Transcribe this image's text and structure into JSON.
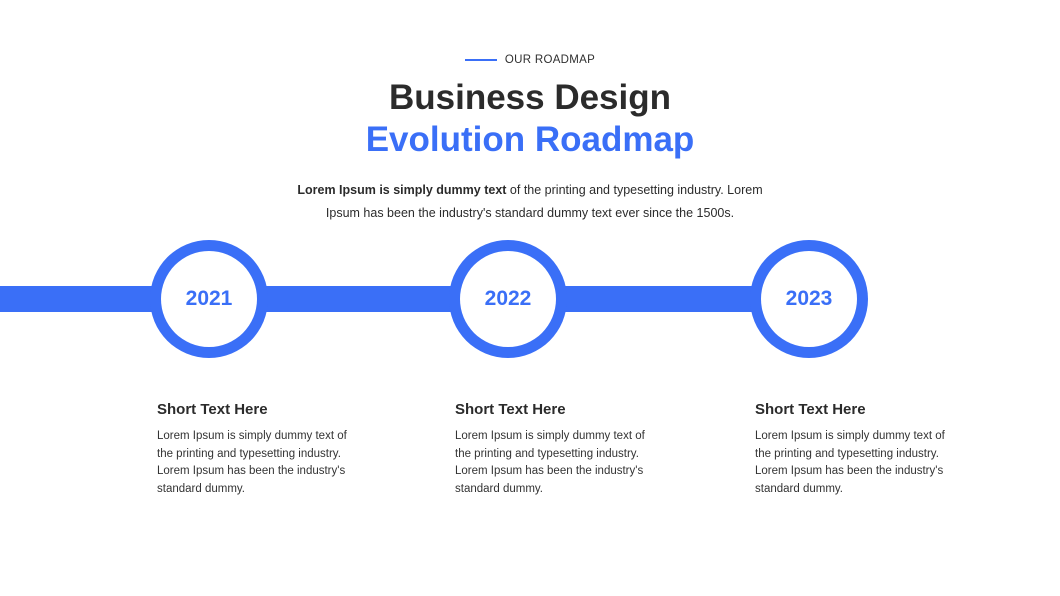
{
  "header": {
    "eyebrow": "OUR ROADMAP",
    "title_line1": "Business Design",
    "title_line2": "Evolution Roadmap",
    "intro_bold": "Lorem Ipsum is simply dummy text",
    "intro_line1_rest": " of the printing and typesetting industry. Lorem",
    "intro_line2": "Ipsum has been the industry's standard dummy text ever since the 1500s."
  },
  "timeline": {
    "milestones": [
      {
        "year": "2021",
        "heading": "Short Text Here",
        "body": "Lorem Ipsum is simply dummy text of the printing and typesetting industry. Lorem Ipsum has been the industry's standard dummy."
      },
      {
        "year": "2022",
        "heading": "Short Text Here",
        "body": "Lorem Ipsum is simply dummy text of the printing and typesetting industry. Lorem Ipsum has been the industry's standard dummy."
      },
      {
        "year": "2023",
        "heading": "Short Text Here",
        "body": "Lorem Ipsum is simply dummy text of the printing and typesetting industry. Lorem Ipsum has been the industry's standard dummy."
      }
    ]
  },
  "colors": {
    "accent": "#3a6ff7",
    "text": "#2b2b2b",
    "background": "#ffffff"
  }
}
